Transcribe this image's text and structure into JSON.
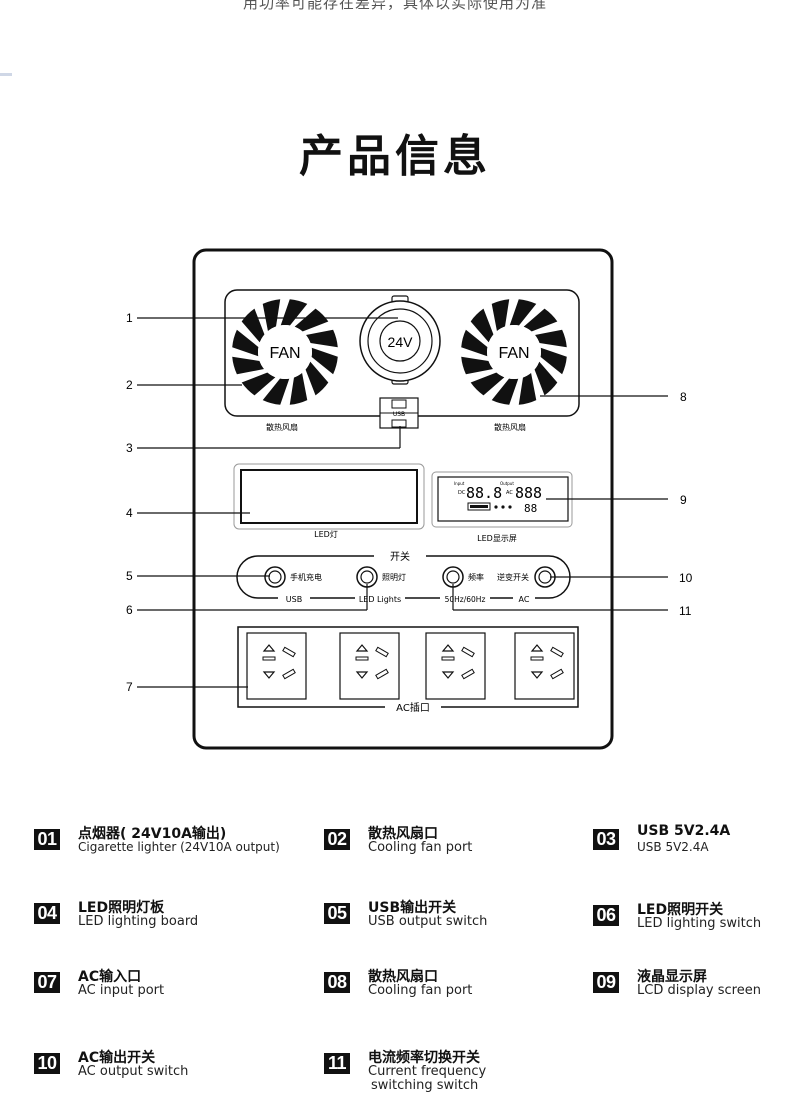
{
  "header": {
    "top_note": "用功率可能存在差异，具体以实际使用为准",
    "title": "产品信息"
  },
  "panel": {
    "fan_left": "FAN",
    "fan_right": "FAN",
    "socket_24v": "24V",
    "fan_caption_left": "散热风扇",
    "fan_caption_right": "散热风扇",
    "usb_tag": "USB",
    "led_caption": "LED灯",
    "lcd_caption": "LED显示屏",
    "lcd_input": "Input",
    "lcd_output": "Output",
    "lcd_dc": "DC",
    "lcd_ac": "AC",
    "lcd_digits_left": "88.8",
    "lcd_digits_right": "888",
    "lcd_digits_small": "88",
    "switch_group": "开关",
    "btn_phone": "手机充电",
    "btn_light": "照明灯",
    "btn_freq": "频率",
    "btn_inverter": "逆变开关",
    "sub_usb": "USB",
    "sub_led": "LED Lights",
    "sub_freq": "50Hz/60Hz",
    "sub_ac": "AC",
    "ac_caption": "AC插口"
  },
  "callouts": [
    "1",
    "2",
    "3",
    "4",
    "5",
    "6",
    "7",
    "8",
    "9",
    "10",
    "11"
  ],
  "legend": [
    {
      "num": "01",
      "cn": "点烟器( 24V10A输出)",
      "en": "Cigarette lighter (24V10A output)"
    },
    {
      "num": "02",
      "cn": "散热风扇口",
      "en": "Cooling fan port"
    },
    {
      "num": "03",
      "cn": "USB 5V2.4A",
      "en": "USB 5V2.4A"
    },
    {
      "num": "04",
      "cn": "LED照明灯板",
      "en": "LED lighting board"
    },
    {
      "num": "05",
      "cn": "USB输出开关",
      "en": "USB output switch"
    },
    {
      "num": "06",
      "cn": "LED照明开关",
      "en": "LED lighting switch"
    },
    {
      "num": "07",
      "cn": "AC输入口",
      "en": "AC input port"
    },
    {
      "num": "08",
      "cn": "散热风扇口",
      "en": "Cooling fan port"
    },
    {
      "num": "09",
      "cn": "液晶显示屏",
      "en": "LCD display screen"
    },
    {
      "num": "10",
      "cn": "AC输出开关",
      "en": "AC output switch"
    },
    {
      "num": "11",
      "cn": "电流频率切换开关",
      "en": "Current frequency",
      "en2": "switching switch"
    }
  ]
}
